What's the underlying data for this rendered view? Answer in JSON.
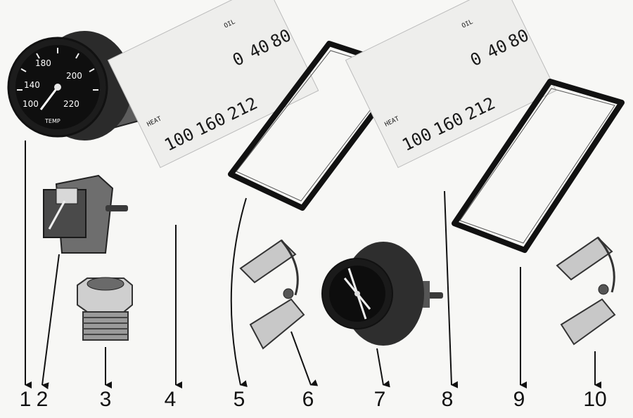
{
  "diagram": {
    "callouts": [
      "1",
      "2",
      "3",
      "4",
      "5",
      "6",
      "7",
      "8",
      "9",
      "10"
    ],
    "gauge_temp": {
      "scale": [
        "100",
        "140",
        "180",
        "200",
        "220"
      ],
      "label": "TEMP"
    },
    "dial_panel": {
      "heat_label": "HEAT",
      "oil_label": "OIL",
      "heat_scale": [
        "100",
        "160",
        "212"
      ],
      "oil_scale": [
        "0",
        "40",
        "80"
      ]
    }
  }
}
